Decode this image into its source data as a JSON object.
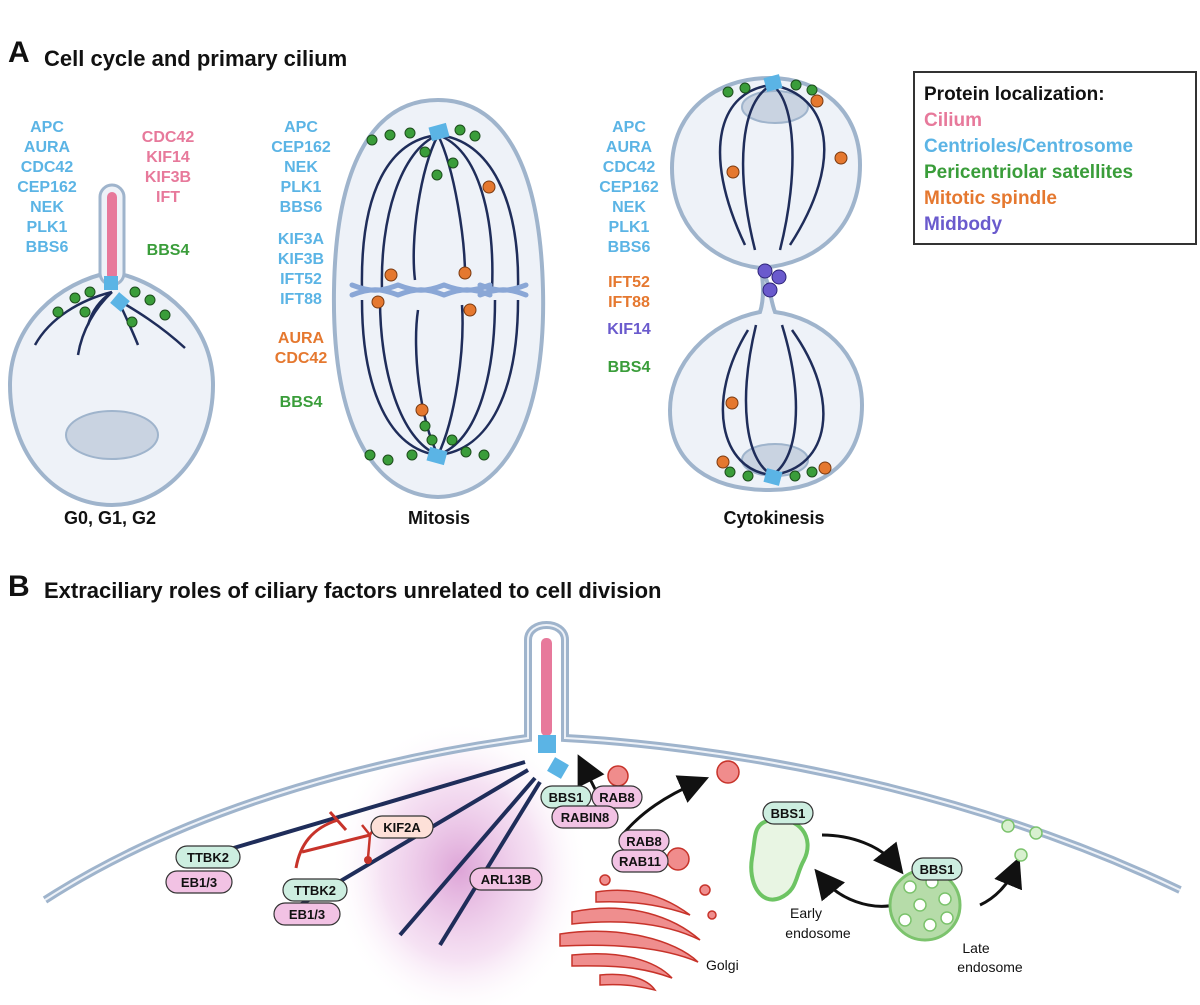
{
  "panel_a": {
    "letter": "A",
    "title": "Cell cycle and primary cilium",
    "g0": {
      "stage": "G0, G1, G2",
      "blue": [
        "APC",
        "AURA",
        "CDC42",
        "CEP162",
        "NEK",
        "PLK1",
        "BBS6"
      ],
      "pink": [
        "CDC42",
        "KIF14",
        "KIF3B",
        "IFT"
      ],
      "green": [
        "BBS4"
      ]
    },
    "mitosis": {
      "stage": "Mitosis",
      "blue": [
        "APC",
        "CEP162",
        "NEK",
        "PLK1",
        "BBS6"
      ],
      "blue2": [
        "KIF3A",
        "KIF3B",
        "IFT52",
        "IFT88"
      ],
      "orange": [
        "AURA",
        "CDC42"
      ],
      "green": [
        "BBS4"
      ]
    },
    "cytokinesis": {
      "stage": "Cytokinesis",
      "blue": [
        "APC",
        "AURA",
        "CDC42",
        "CEP162",
        "NEK",
        "PLK1",
        "BBS6"
      ],
      "orange": [
        "IFT52",
        "IFT88"
      ],
      "purple": [
        "KIF14"
      ],
      "green": [
        "BBS4"
      ]
    },
    "legend": {
      "title": "Protein localization:",
      "items": [
        {
          "label": "Cilium",
          "color": "#e7799b"
        },
        {
          "label": "Centrioles/Centrosome",
          "color": "#5bb4e5"
        },
        {
          "label": "Pericentriolar satellites",
          "color": "#3a9d3a"
        },
        {
          "label": "Mitotic spindle",
          "color": "#e5782f"
        },
        {
          "label": "Midbody",
          "color": "#6a5acd"
        }
      ]
    }
  },
  "panel_b": {
    "letter": "B",
    "title": "Extraciliary roles of ciliary factors unrelated to cell division",
    "pills": {
      "ttbk2_a": "TTBK2",
      "eb13_a": "EB1/3",
      "kif2a": "KIF2A",
      "ttbk2_b": "TTBK2",
      "eb13_b": "EB1/3",
      "arl13b": "ARL13B",
      "bbs1_a": "BBS1",
      "rab8_a": "RAB8",
      "rabin8": "RABIN8",
      "rab8_b": "RAB8",
      "rab11": "RAB11",
      "bbs1_b": "BBS1",
      "bbs1_c": "BBS1"
    },
    "labels": {
      "golgi": "Golgi",
      "early1": "Early",
      "early2": "endosome",
      "late1": "Late",
      "late2": "endosome"
    }
  },
  "colors": {
    "cilium": "#e7799b",
    "centriole": "#5bb4e5",
    "satellite": "#3a9d3a",
    "spindle": "#e5782f",
    "midbody": "#6a5acd",
    "membrane": "#9fb4cc",
    "microtubule": "#1f2d5a"
  }
}
